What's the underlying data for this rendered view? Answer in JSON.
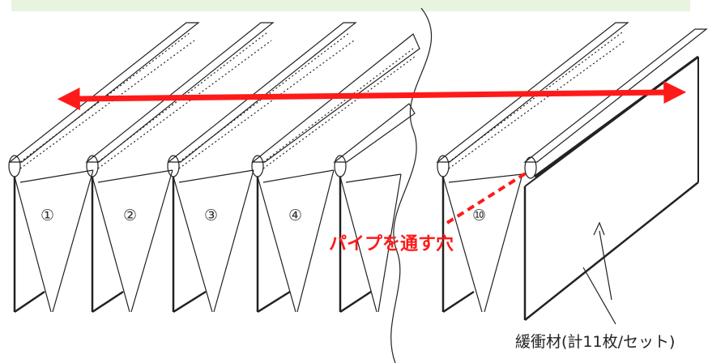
{
  "banner_color": "#e8f3e0",
  "panel_numbers": [
    "①",
    "②",
    "③",
    "④",
    "⑩"
  ],
  "hole_label": "パイプを通す穴",
  "caption": "緩衝材(計11枚/セット)",
  "accent_color": "#ff1a1a"
}
